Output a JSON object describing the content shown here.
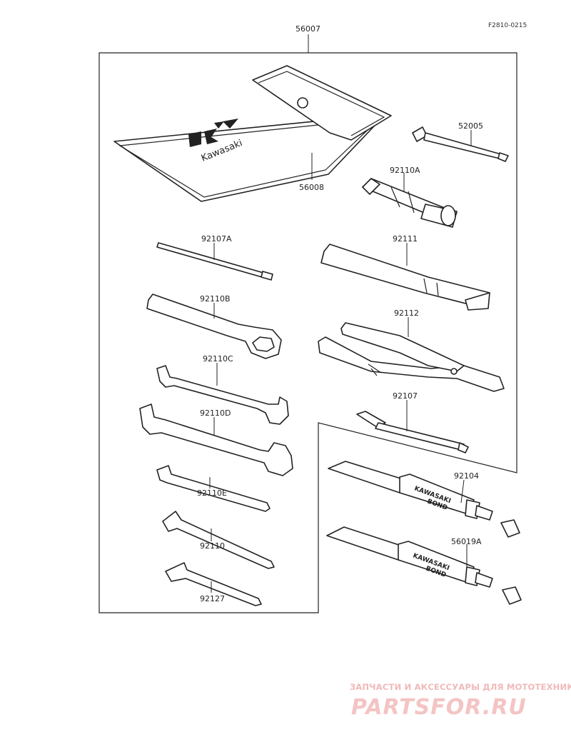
{
  "diagram": {
    "drawing_code": "F2810-0215",
    "assembly_part": "56007",
    "parts": [
      {
        "id": "pouch",
        "number": "56008"
      },
      {
        "id": "screwdriver-bit",
        "number": "52005"
      },
      {
        "id": "socket-wrench",
        "number": "92110A"
      },
      {
        "id": "screwdriver-shaft",
        "number": "92107A"
      },
      {
        "id": "handle",
        "number": "92111"
      },
      {
        "id": "ring-wrench",
        "number": "92110B"
      },
      {
        "id": "pliers",
        "number": "92112"
      },
      {
        "id": "wrench-c",
        "number": "92110C"
      },
      {
        "id": "wrench-d",
        "number": "92110D"
      },
      {
        "id": "screwdriver",
        "number": "92107"
      },
      {
        "id": "bond-tube-1",
        "number": "92104"
      },
      {
        "id": "hex-key-e",
        "number": "92110E"
      },
      {
        "id": "bond-tube-2",
        "number": "56019A"
      },
      {
        "id": "hex-key",
        "number": "92110"
      },
      {
        "id": "hex-key-small",
        "number": "92127"
      }
    ],
    "pouch_brand": "Kawasaki",
    "tube_text_top": "KAWASAKI",
    "tube_text_bottom": "BOND"
  },
  "watermark": {
    "subtitle": "ЗАПЧАСТИ И АКСЕССУАРЫ ДЛЯ МОТОТЕХНИКИ",
    "brand": "PARTSFOR.RU"
  }
}
